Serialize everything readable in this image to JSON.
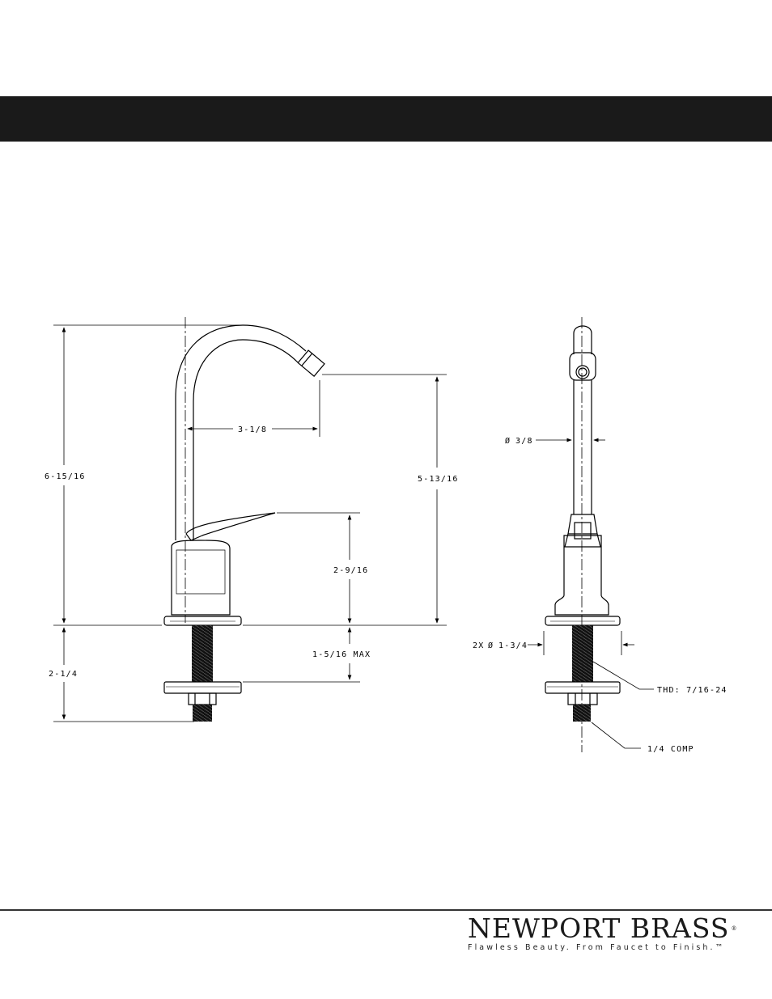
{
  "dimensions": {
    "overall_height": "6-15/16",
    "spout_reach": "3-1/8",
    "spout_height": "5-13/16",
    "handle_height": "2-9/16",
    "deck_thickness_max": "1-5/16 MAX",
    "shank_length": "2-1/4",
    "tube_diameter": "3/8",
    "base_diameter": "2X",
    "base_diameter_value": "1-3/4",
    "thread": "THD: 7/16-24",
    "supply": "1/4 COMP"
  },
  "brand": {
    "name": "NEWPORT BRASS",
    "registered": "®",
    "tagline": "Flawless Beauty. From Faucet to Finish.™"
  }
}
